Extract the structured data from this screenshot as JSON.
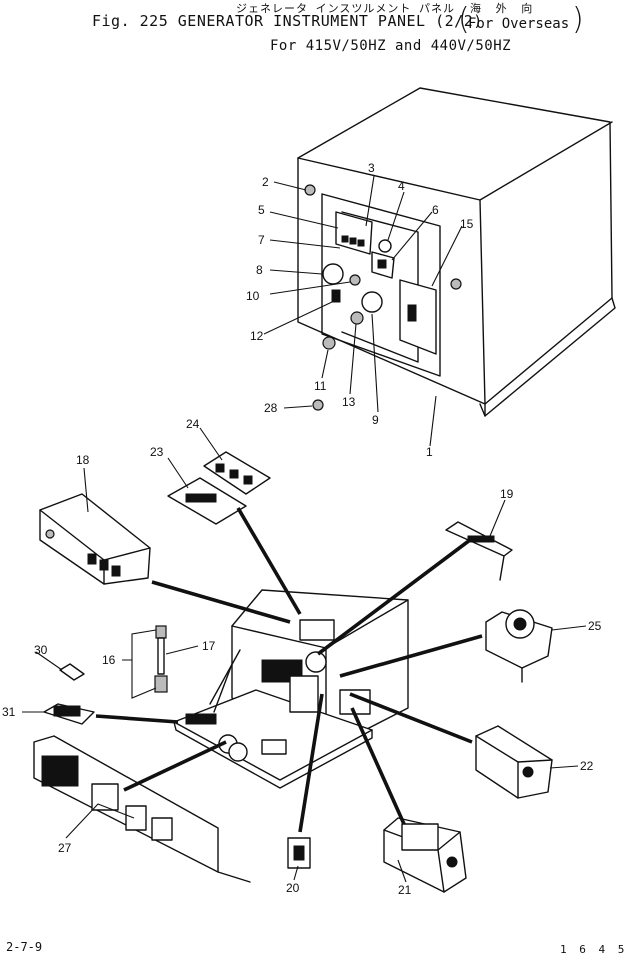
{
  "header": {
    "japanese_title": "ジェネレータ インスツルメント パネル",
    "figure_line": "Fig. 225  GENERATOR INSTRUMENT PANEL (2/2)",
    "subtitle": "For 415V/50HZ and 440V/50HZ",
    "overseas_japanese": "海 外 向",
    "overseas_english": "For Overseas"
  },
  "footer": {
    "left": "2-7-9",
    "right": "1 6 4 5"
  },
  "callouts": [
    {
      "id": "c1",
      "label": "1"
    },
    {
      "id": "c2",
      "label": "2"
    },
    {
      "id": "c3",
      "label": "3"
    },
    {
      "id": "c4",
      "label": "4"
    },
    {
      "id": "c5",
      "label": "5"
    },
    {
      "id": "c6",
      "label": "6"
    },
    {
      "id": "c7",
      "label": "7"
    },
    {
      "id": "c8",
      "label": "8"
    },
    {
      "id": "c9",
      "label": "9"
    },
    {
      "id": "c10",
      "label": "10"
    },
    {
      "id": "c11",
      "label": "11"
    },
    {
      "id": "c12",
      "label": "12"
    },
    {
      "id": "c13",
      "label": "13"
    },
    {
      "id": "c15",
      "label": "15"
    },
    {
      "id": "c16",
      "label": "16"
    },
    {
      "id": "c17",
      "label": "17"
    },
    {
      "id": "c18",
      "label": "18"
    },
    {
      "id": "c19",
      "label": "19"
    },
    {
      "id": "c20",
      "label": "20"
    },
    {
      "id": "c21",
      "label": "21"
    },
    {
      "id": "c22",
      "label": "22"
    },
    {
      "id": "c23",
      "label": "23"
    },
    {
      "id": "c24",
      "label": "24"
    },
    {
      "id": "c25",
      "label": "25"
    },
    {
      "id": "c27",
      "label": "27"
    },
    {
      "id": "c28",
      "label": "28"
    },
    {
      "id": "c30",
      "label": "30"
    },
    {
      "id": "c31",
      "label": "31"
    }
  ]
}
